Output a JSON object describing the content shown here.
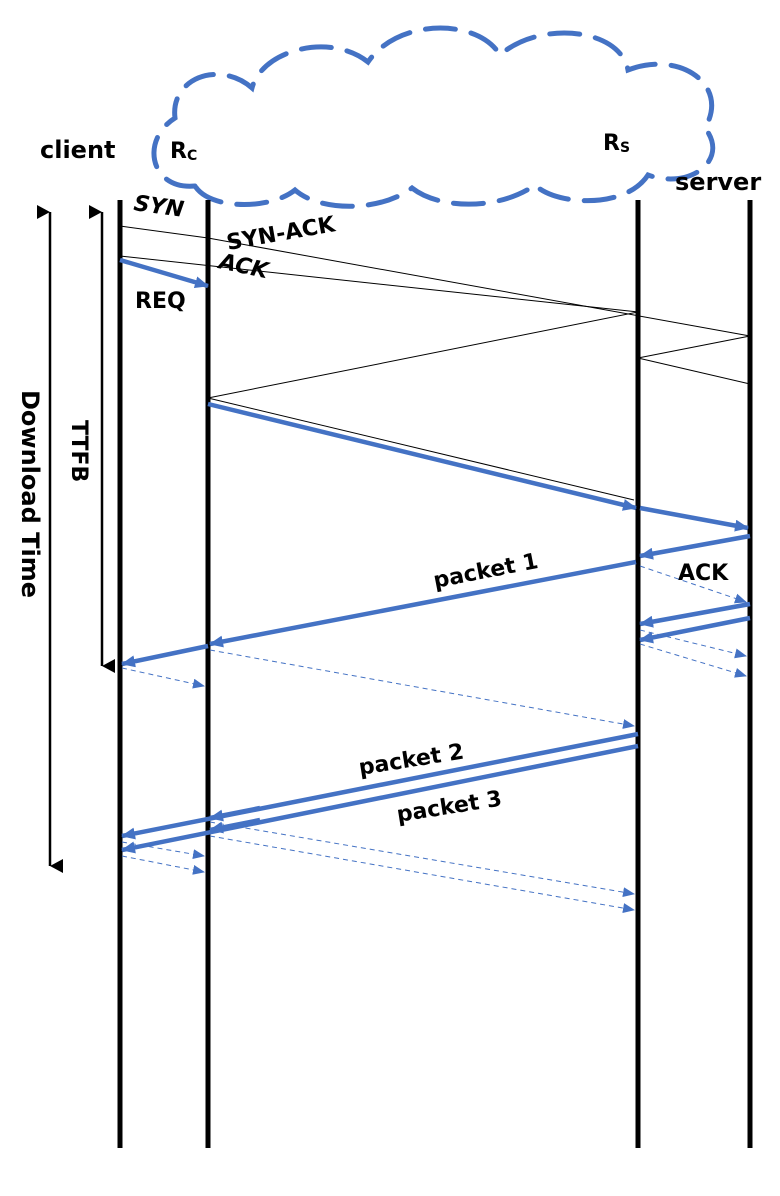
{
  "labels": {
    "client": "client",
    "server": "server",
    "rc_main": "R",
    "rc_sub": "C",
    "rs_main": "R",
    "rs_sub": "S",
    "syn": "SYN",
    "syn_ack": "SYN-ACK",
    "ack_handshake": "ACK",
    "req": "REQ",
    "ttfb": "TTFB",
    "download_time": "Download Time",
    "packet1": "packet 1",
    "ack_data": "ACK",
    "packet2": "packet 2",
    "packet3": "packet 3"
  },
  "colors": {
    "data_arrow": "#4472C4",
    "control_line": "#000000",
    "cloud_outline": "#4472C4"
  }
}
